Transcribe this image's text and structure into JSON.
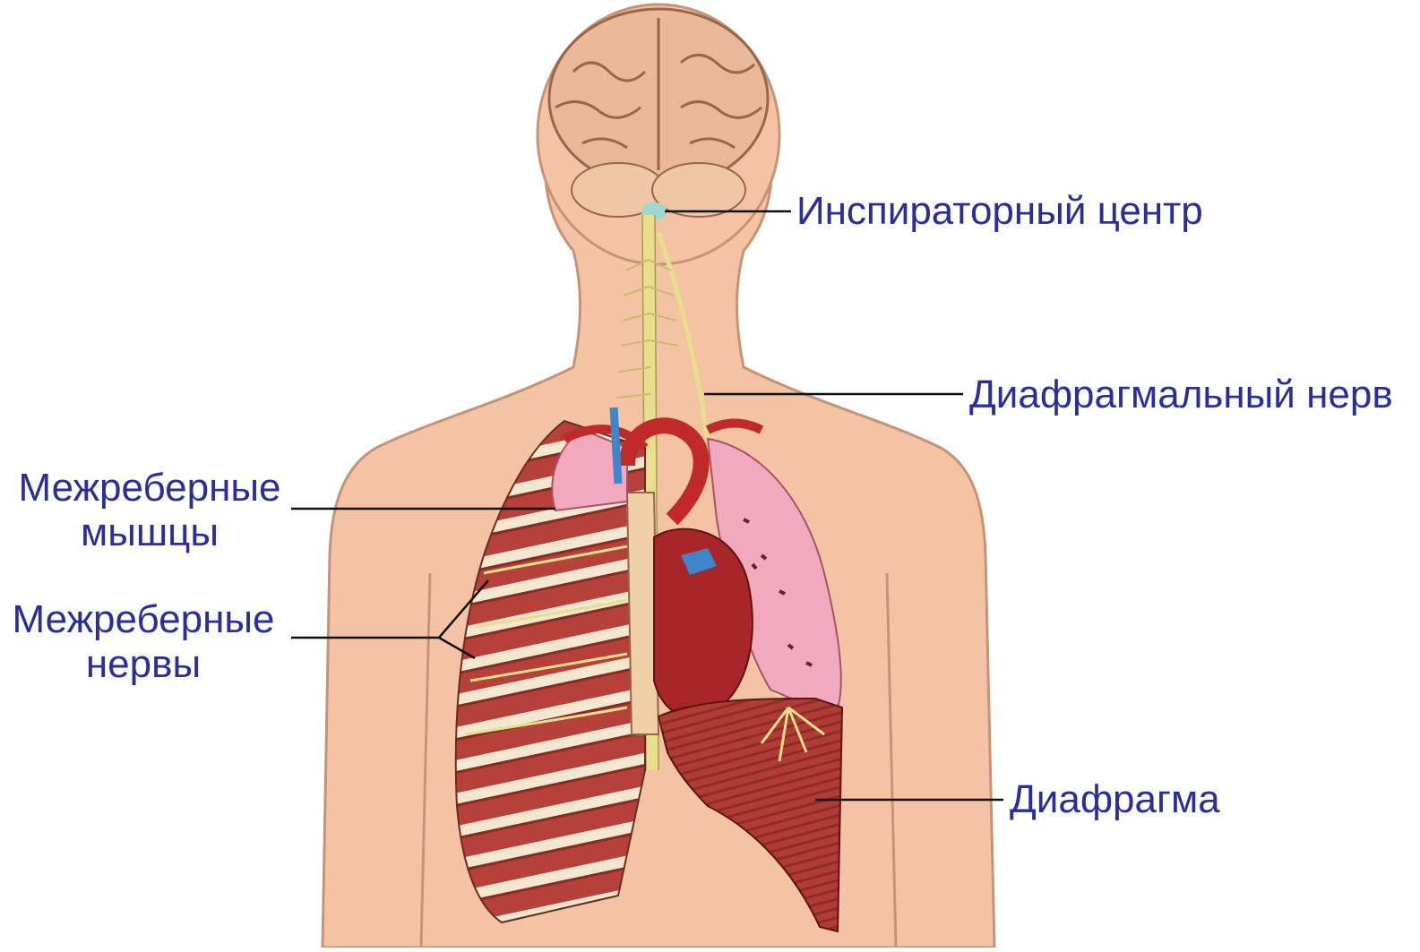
{
  "diagram": {
    "labels": {
      "inspiratory_center": "Инспираторный центр",
      "phrenic_nerve": "Диафрагмальный нерв",
      "intercostal_muscles_l1": "Межреберные",
      "intercostal_muscles_l2": "мышцы",
      "intercostal_nerves_l1": "Межреберные",
      "intercostal_nerves_l2": "нервы",
      "diaphragm": "Диафрагма"
    },
    "colors": {
      "label_text": "#2b2e9a",
      "leader_line": "#111111",
      "skin": "#f4c3a4",
      "skin_outline": "#c49478",
      "brain": "#e9b898",
      "muscle": "#b5413a",
      "rib": "#f3e8cf",
      "lung": "#f3a9bd",
      "heart": "#a8262a",
      "vein": "#3f86c8",
      "nerve": "#e9dd8e"
    }
  }
}
